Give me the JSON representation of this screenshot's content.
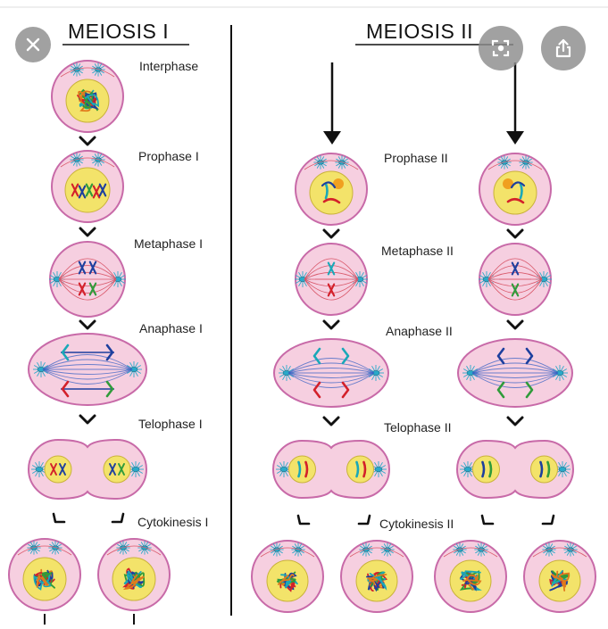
{
  "headings": {
    "meiosis1": "MEIOSIS I",
    "meiosis2": "MEIOSIS II"
  },
  "labels": {
    "interphase": "Interphase",
    "prophase1": "Prophase I",
    "metaphase1": "Metaphase I",
    "anaphase1": "Anaphase I",
    "telophase1": "Telophase I",
    "cytokinesis1": "Cytokinesis I",
    "prophase2": "Prophase II",
    "metaphase2": "Metaphase II",
    "anaphase2": "Anaphase II",
    "telophase2": "Telophase II",
    "cytokinesis2": "Cytokinesis II"
  },
  "overlay": {
    "close_icon": "close-icon",
    "lens_icon": "lens-search-icon",
    "share_icon": "share-icon"
  },
  "colors": {
    "cell_fill": "#f6cfe0",
    "cell_stroke": "#c86aa8",
    "nucleus_fill": "#f3e36a",
    "spindle": "#d9586a",
    "centrosome": "#2aa9c9",
    "chromosome_red": "#d3202a",
    "chromosome_blue": "#1d3f9e",
    "chromosome_green": "#2f9b3a",
    "chromosome_teal": "#1aa8b8"
  }
}
